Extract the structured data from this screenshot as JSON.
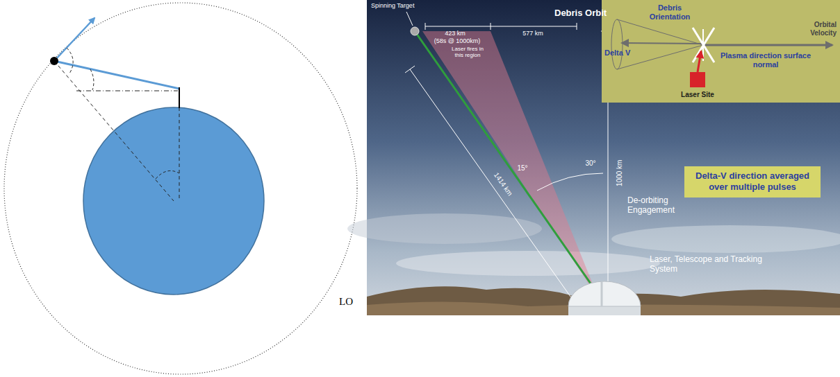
{
  "diagram": {
    "nodes": [
      {
        "text": [
          "Delta-V direction averaged over multiple pulses"
        ]
      }
    ],
    "labels": [
      "Spinning Target",
      "Debris Orbit",
      "423 km",
      "(58s @ 1000km)",
      "577 km",
      "Laser fires in this region",
      "1414 km",
      "30°",
      "15°",
      "1000 km",
      "De-orbiting Engagement",
      "Laser, Telescope and Tracking System",
      "Debris Orientation",
      "Delta V",
      "Orbital Velocity",
      "Plasma direction surface normal",
      "Laser Site",
      "LO"
    ]
  }
}
